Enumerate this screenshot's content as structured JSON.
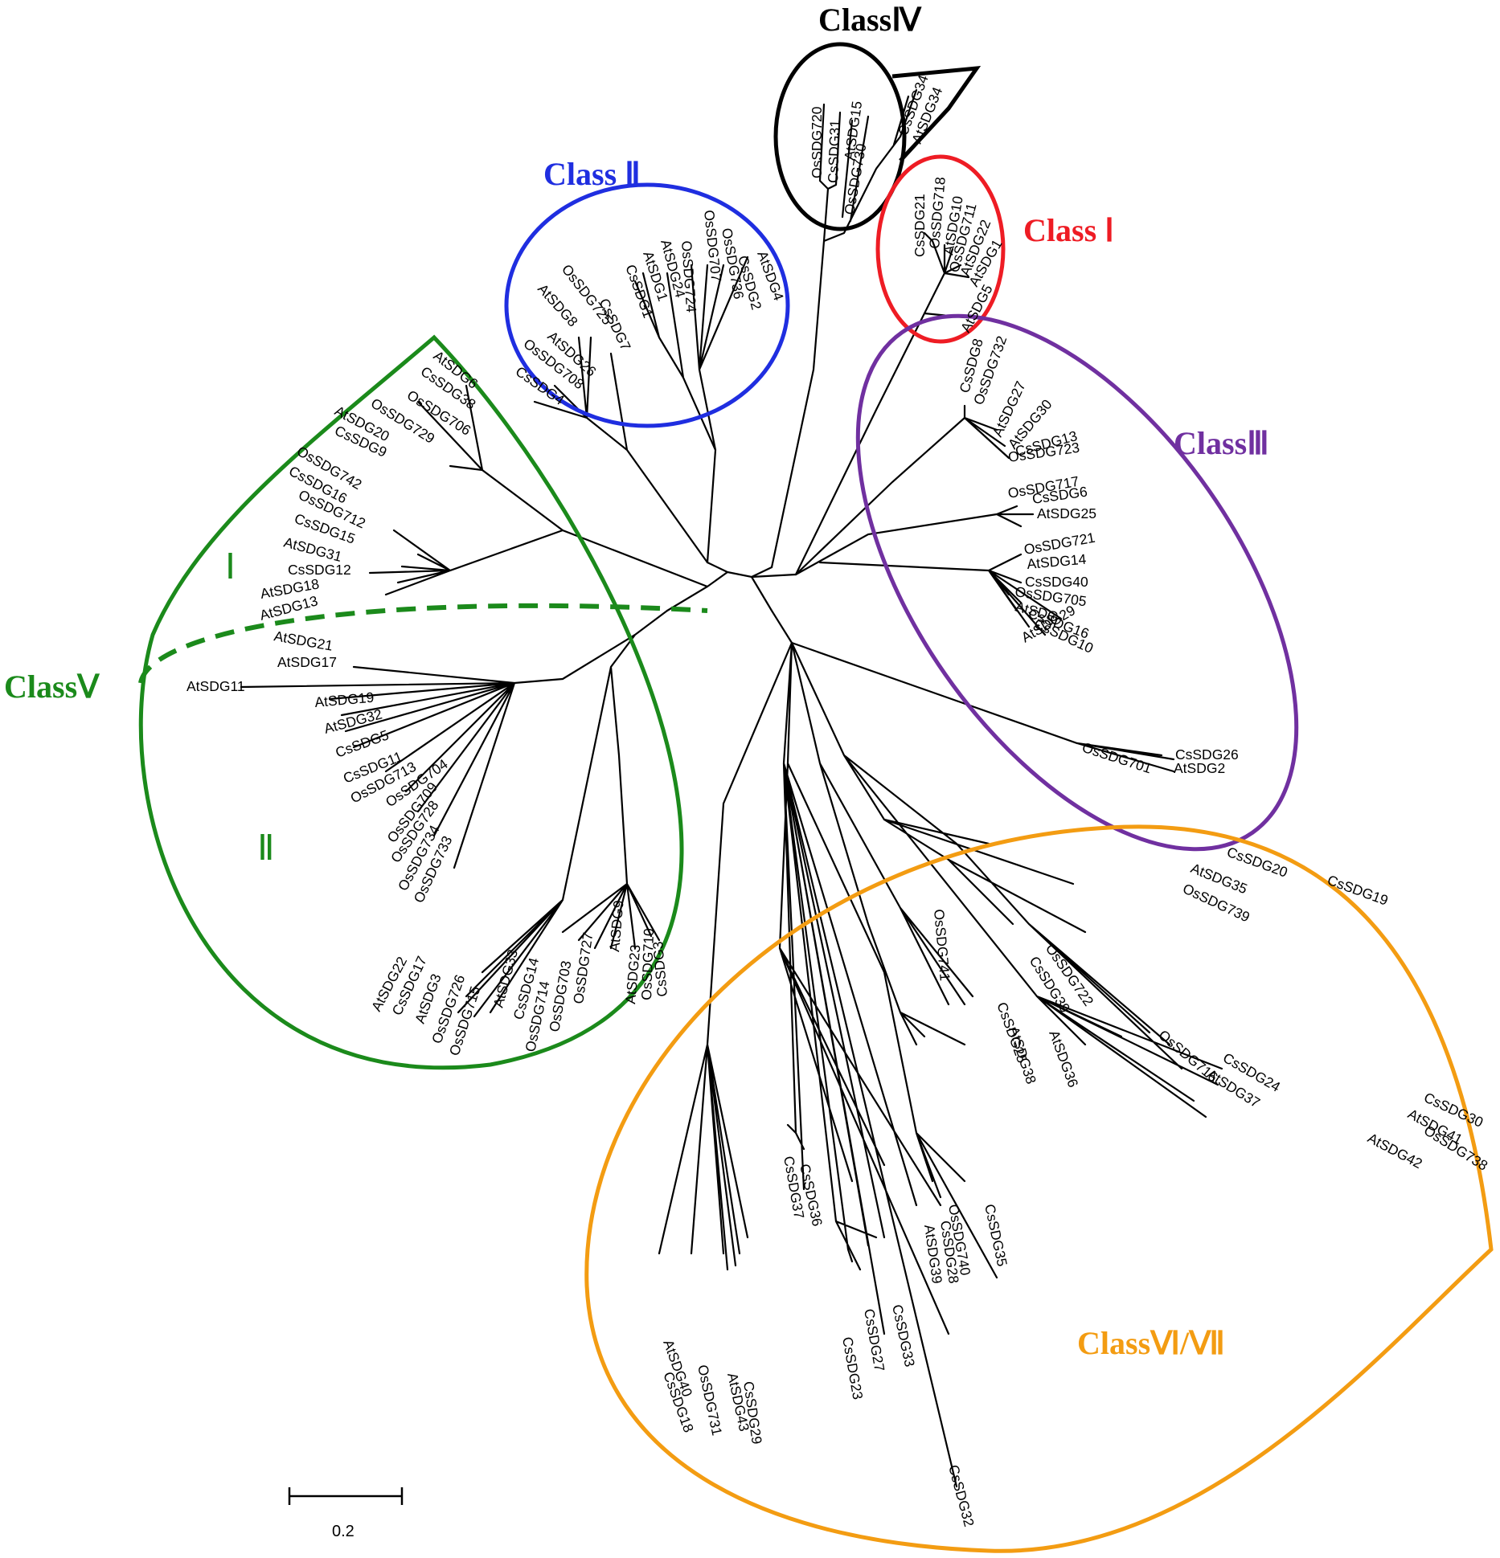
{
  "classes": {
    "class1": {
      "label": "Class Ⅰ",
      "color": "#ee1c24"
    },
    "class2": {
      "label": "Class Ⅱ",
      "color": "#1f2ee0"
    },
    "class3": {
      "label": "ClassⅢ",
      "color": "#7030a0"
    },
    "class4": {
      "label": "ClassⅣ",
      "color": "#000000"
    },
    "class5": {
      "label": "ClassⅤ",
      "color": "#1b8a1b"
    },
    "class67": {
      "label": "ClassⅥ/Ⅶ",
      "color": "#f39c12"
    },
    "sub1": {
      "label": "Ⅰ",
      "color": "#1b8a1b"
    },
    "sub2": {
      "label": "Ⅱ",
      "color": "#1b8a1b"
    }
  },
  "scale_bar": {
    "label": "0.2"
  },
  "leaves": {
    "c4": [
      "OsSDG720",
      "CsSDG31",
      "AtSDG15",
      "OsSDG730",
      "CsSDG34",
      "AtSDG34"
    ],
    "c1": [
      "CsSDG21",
      "OsSDG718",
      "AtSDG10",
      "OsSDG711",
      "AtSDG22",
      "AtSDG1",
      "AtSDG5"
    ],
    "c2": [
      "AtSDG4",
      "CsSDG2",
      "OsSDG736",
      "OsSDG707",
      "OsSDG724",
      "AtSDG24",
      "AtSDG1",
      "CsSDG1",
      "CsSDG7",
      "OsSDG725",
      "AtSDG8",
      "AtSDG26",
      "OsSDG708",
      "CsSDG4"
    ],
    "c3": [
      "CsSDG8",
      "OsSDG732",
      "AtSDG27",
      "AtSDG30",
      "CsSDG13",
      "OsSDG723",
      "OsSDG717",
      "CsSDG6",
      "AtSDG25",
      "OsSDG721",
      "AtSDG14",
      "CsSDG40",
      "OsSDG705",
      "AtSDG",
      "CsSDG16",
      "CsSDG10",
      "AtSDG29",
      "CsSDG26",
      "OsSDG701",
      "AtSDG2"
    ],
    "c5a": [
      "AtSDG6",
      "CsSDG38",
      "OsSDG706",
      "OsSDG729",
      "AtSDG20",
      "CsSDG9",
      "OsSDG742",
      "CsSDG16",
      "OsSDG712",
      "CsSDG15",
      "AtSDG31",
      "CsSDG12",
      "AtSDG18",
      "AtSDG13"
    ],
    "c5b": [
      "AtSDG21",
      "AtSDG17",
      "AtSDG11",
      "AtSDG19",
      "AtSDG32",
      "CsSDG5",
      "CsSDG11",
      "OsSDG713",
      "OsSDG704",
      "OsSDG709",
      "OsSDG728",
      "OsSDG734",
      "OsSDG733",
      "AtSDG22",
      "CsSDG17",
      "AtSDG3",
      "OsSDG726",
      "OsSDG715",
      "AtSDG33",
      "CsSDG14",
      "OsSDG714",
      "OsSDG703",
      "OsSDG727",
      "AtSDG9",
      "AtSDG23",
      "OsSDG710",
      "CsSDG3"
    ],
    "c67": [
      "CsSDG20",
      "AtSDG35",
      "OsSDG739",
      "CsSDG19",
      "OsSDG741",
      "OsSDG722",
      "CsSDG39",
      "AtSDG36",
      "CsSDG25",
      "AtSDG38",
      "OsSDG716",
      "CsSDG24",
      "AtSDG37",
      "CsSDG30",
      "AtSDG41",
      "OsSDG738",
      "AtSDG42",
      "CsSDG37",
      "CsSDG36",
      "OsSDG740",
      "CsSDG28",
      "AtSDG39",
      "CsSDG35",
      "CsSDG27",
      "CsSDG33",
      "CsSDG23",
      "CsSDG32",
      "AtSDG40",
      "CsSDG18",
      "OsSDG731",
      "AtSDG43",
      "CsSDG29"
    ]
  }
}
